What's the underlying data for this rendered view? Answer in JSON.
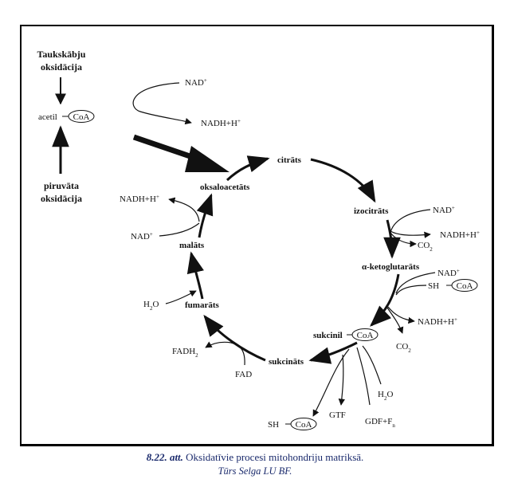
{
  "diagram": {
    "title": "Oxidative processes in mitochondrial matrix (Krebs cycle)",
    "sources": {
      "fatty_acid_oxidation": [
        "Taukskābju",
        "oksidācija"
      ],
      "acetyl_coa": {
        "prefix": "acetil",
        "coa": "CoA"
      },
      "pyruvate_oxidation": [
        "piruvāta",
        "oksidācija"
      ]
    },
    "top_cofactor": {
      "in": "NAD",
      "in_sup": "+",
      "out": "NADH+H",
      "out_sup": "+"
    },
    "cycle_nodes": {
      "citrate": "citrāts",
      "isocitrate": "izocitrāts",
      "alpha_ketoglutarate": "α-ketoglutarāts",
      "succinyl_coa": {
        "prefix": "sukcinil",
        "coa": "CoA"
      },
      "succinate": "sukcināts",
      "fumarate": "fumarāts",
      "malate": "malāts",
      "oxaloacetate": "oksaloacetāts"
    },
    "isocitrate_step": {
      "in": "NAD",
      "in_sup": "+",
      "out": "NADH+H",
      "out_sup": "+",
      "co2": "CO",
      "co2_sub": "2"
    },
    "akg_step": {
      "in": "NAD",
      "in_sup": "+",
      "sh": "SH",
      "coa": "CoA",
      "out": "NADH+H",
      "out_sup": "+",
      "co2": "CO",
      "co2_sub": "2"
    },
    "succinyl_step": {
      "sh": "SH",
      "coa": "CoA",
      "gtf": "GTF",
      "gdf": "GDF+F",
      "gdf_sub": "n",
      "h2o": "H",
      "h2o_sub": "2",
      "h2o_o": "O"
    },
    "succinate_step": {
      "fad": "FAD",
      "fadh2": "FADH",
      "fadh2_sub": "2"
    },
    "fumarate_step": {
      "h2o": "H",
      "h2o_sub": "2",
      "h2o_o": "O"
    },
    "malate_step": {
      "in": "NAD",
      "in_sup": "+",
      "out": "NADH+H",
      "out_sup": "+"
    }
  },
  "caption": {
    "number": "8.22. att.",
    "text": " Oksidatīvie procesi mitohondriju matriksā.",
    "credit": "Tūrs Selga LU BF."
  }
}
